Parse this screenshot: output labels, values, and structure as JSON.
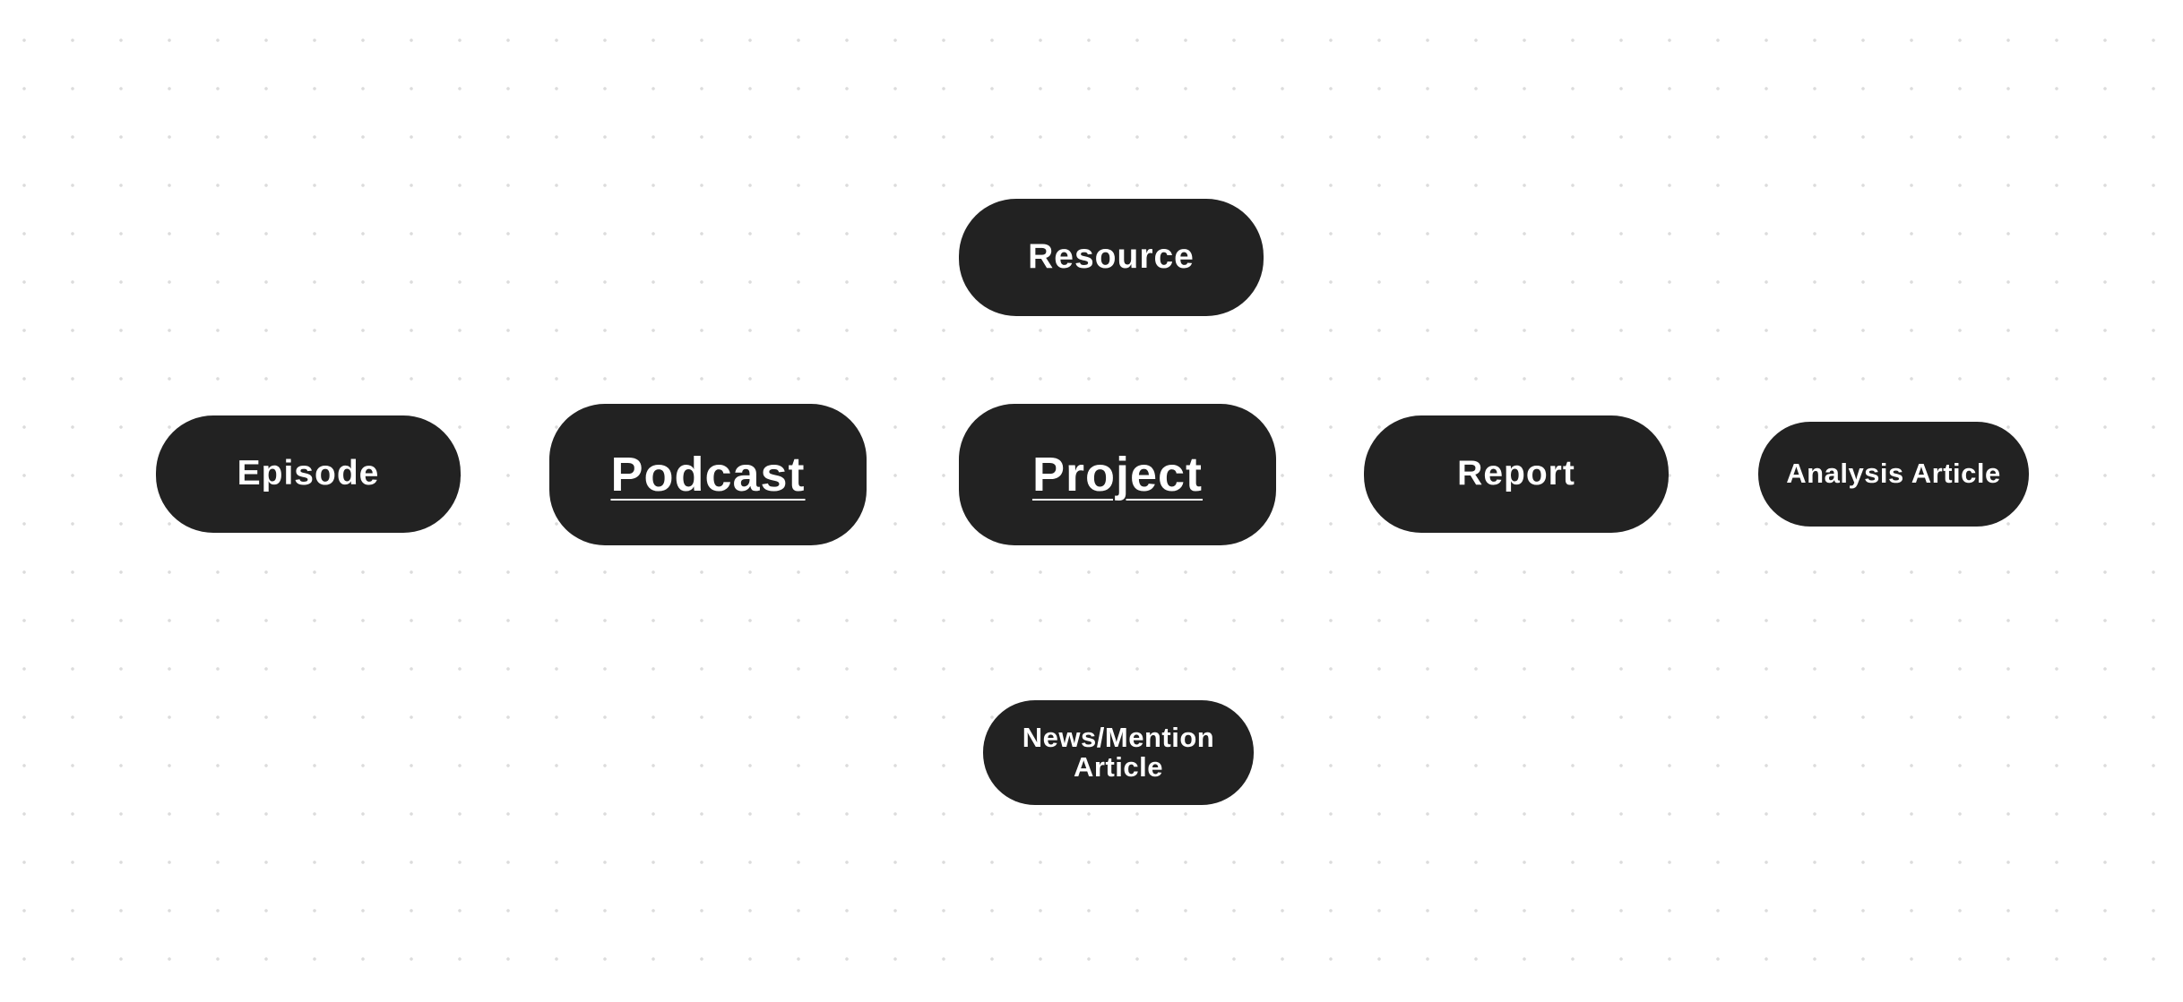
{
  "diagram": {
    "nodes": [
      {
        "id": "resource",
        "label": "Resource"
      },
      {
        "id": "episode",
        "label": "Episode"
      },
      {
        "id": "podcast",
        "label": "Podcast"
      },
      {
        "id": "project",
        "label": "Project"
      },
      {
        "id": "report",
        "label": "Report"
      },
      {
        "id": "analysis_article",
        "label": "Analysis Article"
      },
      {
        "id": "news_mention_article",
        "label_line1": "News/Mention",
        "label_line2": "Article"
      }
    ],
    "colors": {
      "node_fill": "#222222",
      "node_text": "#ffffff",
      "background": "#ffffff",
      "grid_dot": "#dcdcdc"
    }
  }
}
